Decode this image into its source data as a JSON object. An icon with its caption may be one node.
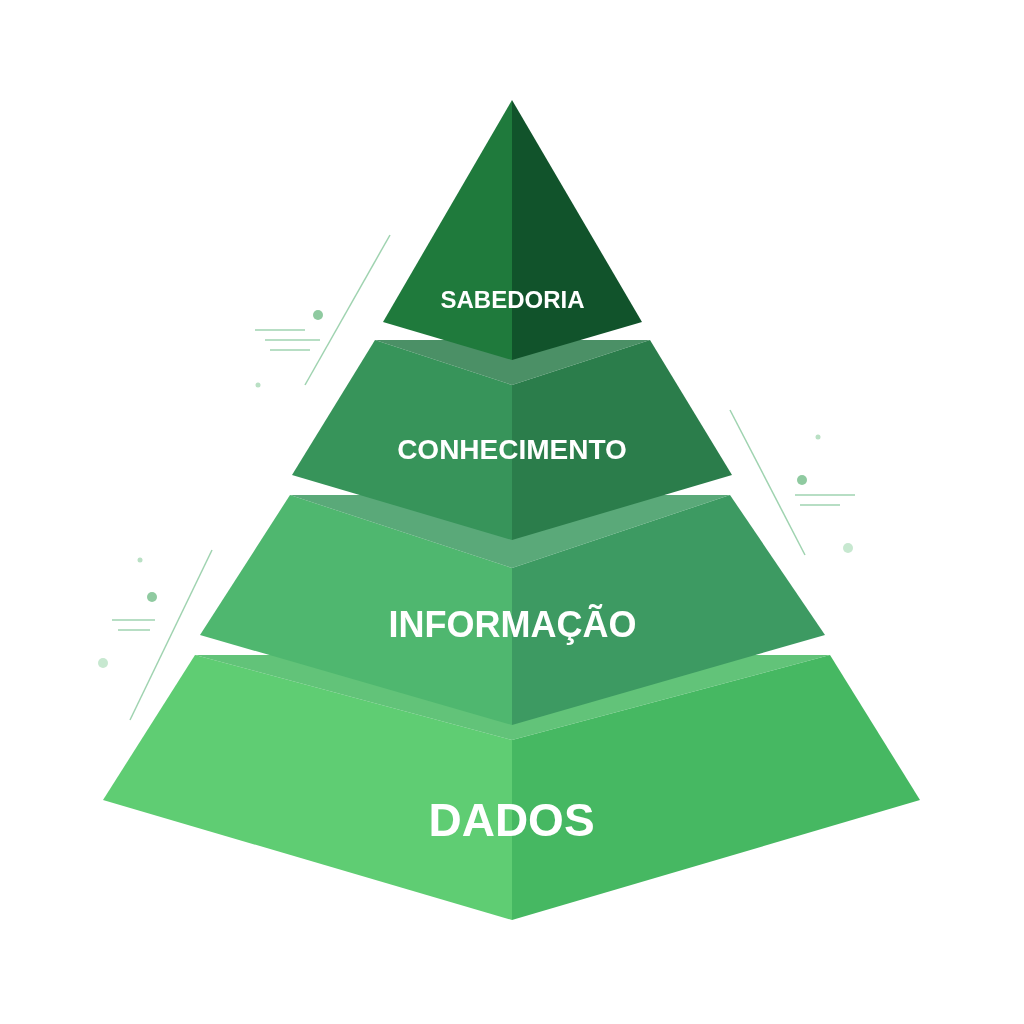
{
  "diagram": {
    "nodes": [
      {
        "text": [
          "SABEDORIA"
        ]
      },
      {
        "text": [
          "CONHECIMENTO"
        ]
      },
      {
        "text": [
          "INFORMAÇÃO"
        ]
      },
      {
        "text": [
          "DADOS"
        ]
      }
    ]
  }
}
